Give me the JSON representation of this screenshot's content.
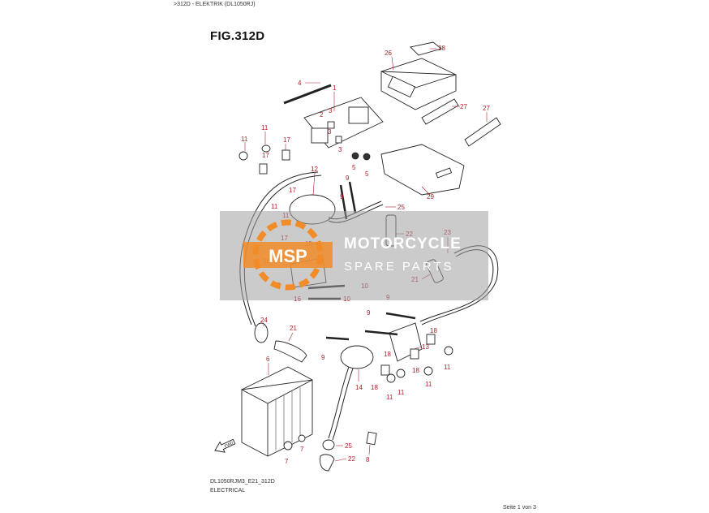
{
  "header": {
    "breadcrumb": ">312D - ELEKTRIK (DL1050RJ)",
    "figure_title": "FIG.312D"
  },
  "footer": {
    "model_code": "DL1050RJM3_E21_312D",
    "description": "ELECTRICAL",
    "page_indicator": "Seite 1 von 3"
  },
  "watermark": {
    "logo_text": "MSP",
    "line1": "MOTORCYCLE",
    "line2": "SPARE PARTS"
  },
  "arrow_label": "FWD",
  "callouts": [
    "4",
    "1",
    "26",
    "28",
    "27",
    "27",
    "2",
    "3",
    "3",
    "3",
    "11",
    "11",
    "17",
    "17",
    "5",
    "5",
    "12",
    "9",
    "9",
    "25",
    "29",
    "17",
    "11",
    "11",
    "15",
    "17",
    "22",
    "23",
    "20",
    "19",
    "19",
    "10",
    "10",
    "16",
    "21",
    "9",
    "9",
    "24",
    "21",
    "18",
    "13",
    "9",
    "18",
    "18",
    "11",
    "11",
    "11",
    "11",
    "6",
    "14",
    "18",
    "7",
    "7",
    "25",
    "22",
    "8"
  ],
  "colors": {
    "callout": "#b0202a",
    "line": "#222222",
    "watermark_band": "#a0a0a0",
    "watermark_accent": "#f28c28"
  }
}
